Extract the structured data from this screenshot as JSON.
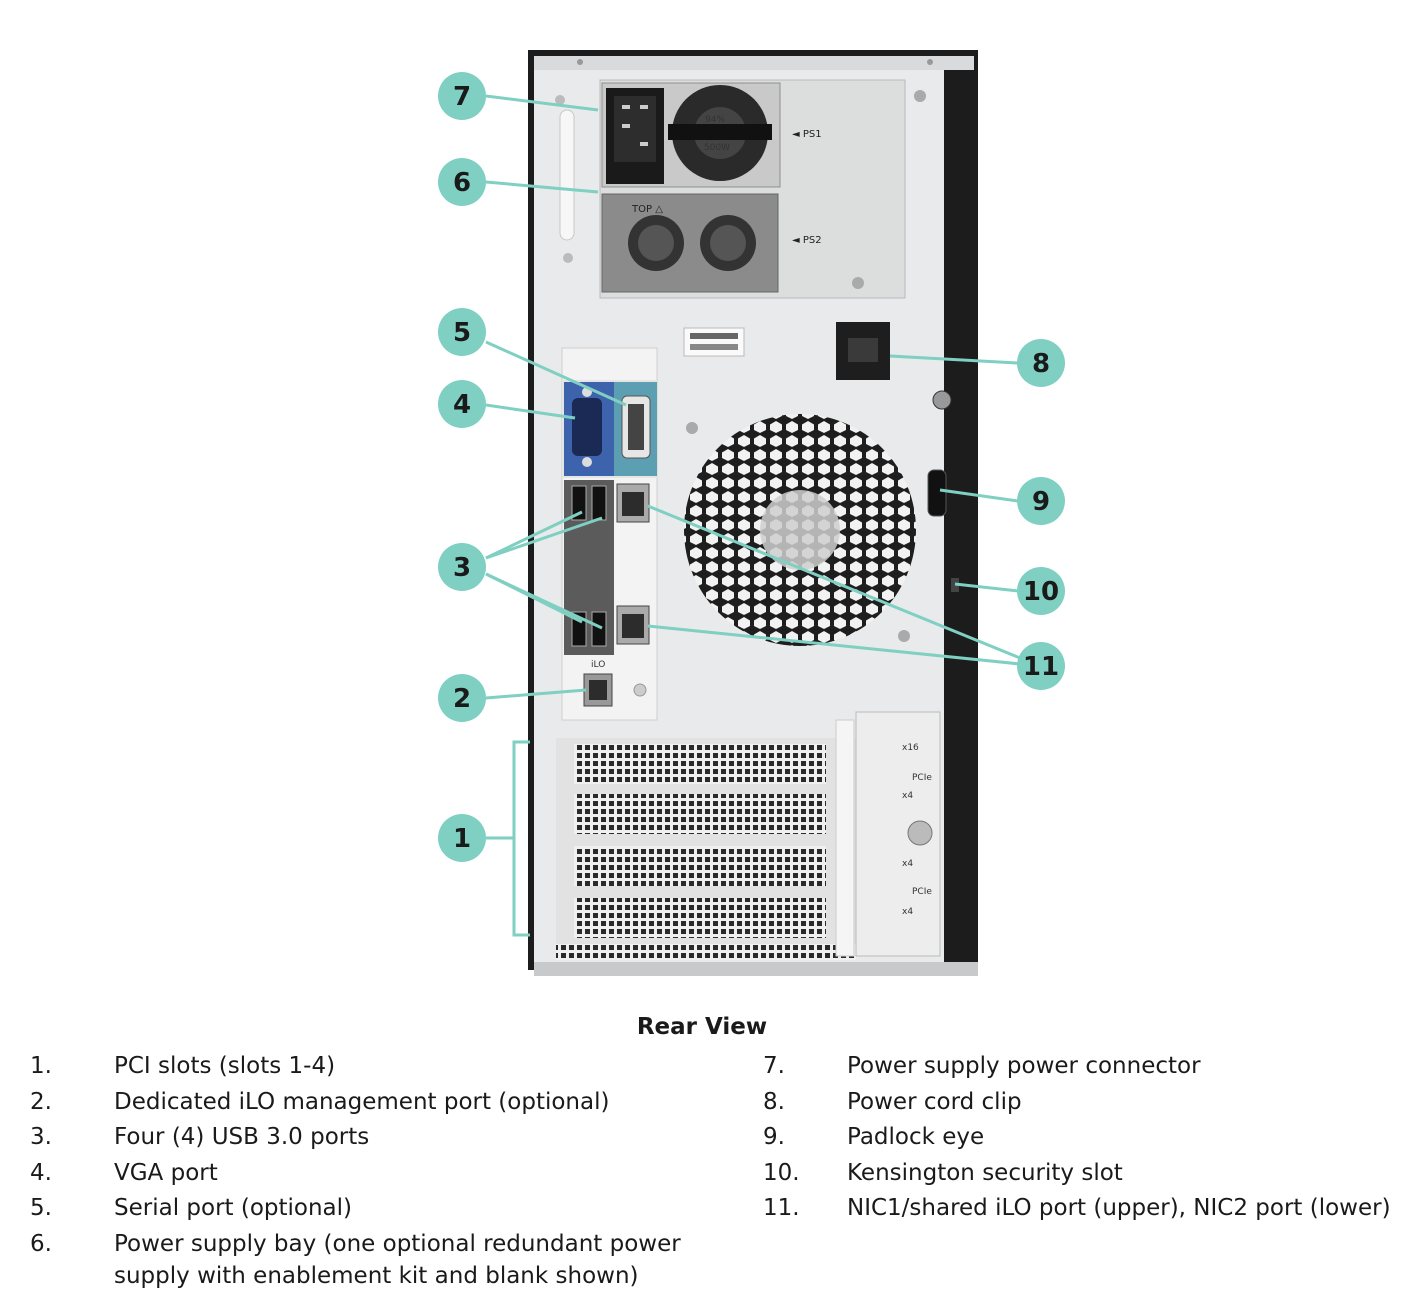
{
  "caption": {
    "title": "Rear View"
  },
  "callouts": [
    {
      "num": "1",
      "label": "PCI slots (slots 1-4)"
    },
    {
      "num": "2",
      "label": "Dedicated iLO management port (optional)"
    },
    {
      "num": "3",
      "label": "Four (4) USB 3.0 ports"
    },
    {
      "num": "4",
      "label": "VGA port"
    },
    {
      "num": "5",
      "label": "Serial port (optional)"
    },
    {
      "num": "6",
      "label": "Power supply bay (one optional redundant power supply with enablement kit and blank shown)"
    },
    {
      "num": "7",
      "label": "Power supply power connector"
    },
    {
      "num": "8",
      "label": "Power cord clip"
    },
    {
      "num": "9",
      "label": "Padlock eye"
    },
    {
      "num": "10",
      "label": "Kensington security slot"
    },
    {
      "num": "11",
      "label": "NIC1/shared iLO port (upper), NIC2 port (lower)"
    }
  ],
  "legend_left": [
    {
      "num": "1.",
      "text": "PCI slots (slots 1-4)"
    },
    {
      "num": "2.",
      "text": "Dedicated iLO management port (optional)"
    },
    {
      "num": "3.",
      "text": "Four (4) USB 3.0 ports"
    },
    {
      "num": "4.",
      "text": "VGA port"
    },
    {
      "num": "5.",
      "text": "Serial port (optional)"
    },
    {
      "num": "6.",
      "text": "Power supply bay (one optional redundant power supply with enablement kit and blank shown)"
    }
  ],
  "legend_right": [
    {
      "num": "7.",
      "text": "Power supply power connector"
    },
    {
      "num": "8.",
      "text": "Power cord clip"
    },
    {
      "num": "9.",
      "text": "Padlock eye"
    },
    {
      "num": "10.",
      "text": "Kensington security slot"
    },
    {
      "num": "11.",
      "text": "NIC1/shared iLO port (upper), NIC2 port (lower)"
    }
  ],
  "device_labels": {
    "ps1": "◄ PS1",
    "ps2": "◄ PS2",
    "top": "TOP △",
    "psu_rating": "500W",
    "psu_eff": "94%",
    "ilo": "iLO",
    "pcie_a": "PCIe",
    "pcie_b": "PCIe",
    "x16": "x16",
    "x4a": "x4",
    "x4b": "x4",
    "x4c": "x4"
  },
  "colors": {
    "callout": "#7fcfc3",
    "leader": "#7fcfc3",
    "chassis": "#e9eaeb",
    "frame_dark": "#1c1c1c",
    "vga_blue": "#3d63ad",
    "serial_teal": "#5d9fb2"
  }
}
